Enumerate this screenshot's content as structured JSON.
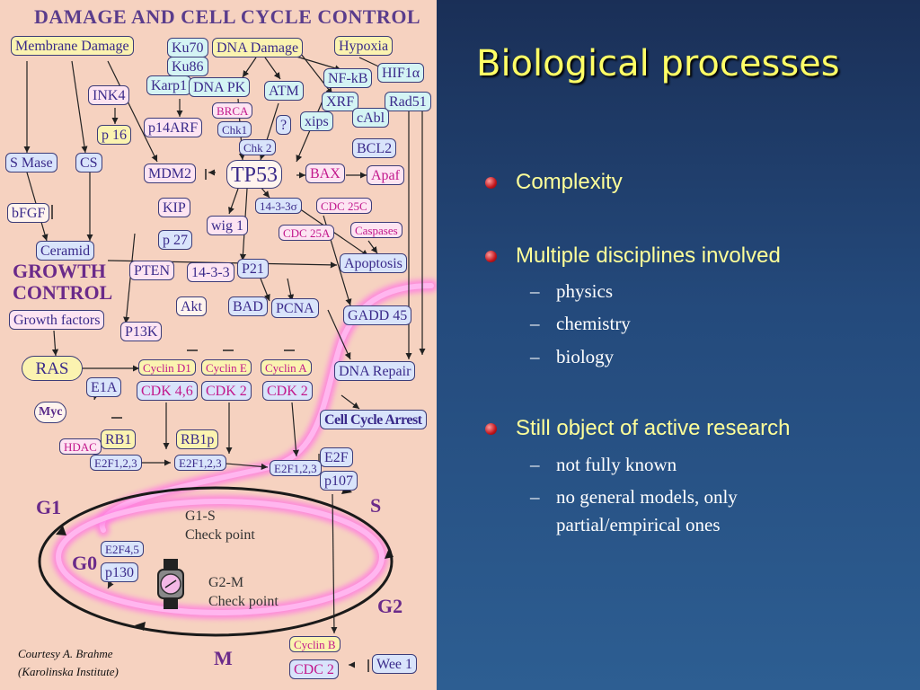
{
  "diagram": {
    "title": "DAMAGE AND CELL CYCLE CONTROL",
    "growth_control": [
      "GROWTH",
      "CONTROL"
    ],
    "nodes": {
      "membrane_damage": "Membrane Damage",
      "ku70": "Ku70",
      "ku86": "Ku86",
      "dna_damage": "DNA Damage",
      "hypoxia": "Hypoxia",
      "karp1": "Karp1",
      "dna_pk": "DNA PK",
      "atm": "ATM",
      "nfkb": "NF-kB",
      "hif1a": "HIF1α",
      "xrf": "XRF",
      "rad51": "Rad51",
      "ink4": "INK4",
      "brca": "BRCA",
      "question": "?",
      "xips": "xips",
      "cabl": "cAbl",
      "p16": "p 16",
      "p14arf": "p14ARF",
      "chk1": "Chk1",
      "chk2": "Chk 2",
      "bcl2": "BCL2",
      "smase": "S Mase",
      "cs": "CS",
      "mdm2": "MDM2",
      "tp53": "TP53",
      "bax": "BAX",
      "apaf": "Apaf",
      "bfgf": "bFGF",
      "kip": "KIP",
      "p14_3_3s": "14-3-3σ",
      "cdc25c": "CDC 25C",
      "wig1": "wig 1",
      "cdc25a": "CDC 25A",
      "caspases": "Caspases",
      "p27": "p 27",
      "ceramid": "Ceramid",
      "apoptosis": "Apoptosis",
      "pten": "PTEN",
      "p14_3_3": "14-3-3",
      "p21": "P21",
      "growth_factors": "Growth factors",
      "akt": "Akt",
      "bad": "BAD",
      "pcna": "PCNA",
      "gadd45": "GADD 45",
      "p13k": "P13K",
      "ras": "RAS",
      "cyclin_d1": "Cyclin D1",
      "cyclin_e": "Cyclin E",
      "cyclin_a": "Cyclin A",
      "dna_repair": "DNA Repair",
      "e1a": "E1A",
      "cdk46": "CDK 4,6",
      "cdk2_e": "CDK 2",
      "cdk2_a": "CDK 2",
      "myc": "Myc",
      "cell_cycle_arrest": "Cell Cycle Arrest",
      "rb1": "RB1",
      "rb1p": "RB1p",
      "hdac": "HDAC",
      "e2f": "E2F",
      "e2f123_a": "E2F1,2,3",
      "e2f123_b": "E2F1,2,3",
      "e2f123_c": "E2F1,2,3",
      "p107": "p107",
      "e2f45": "E2F4,5",
      "p130": "p130",
      "cyclin_b": "Cyclin B",
      "cdc2": "CDC 2",
      "wee1": "Wee 1"
    },
    "phases": {
      "g1": "G1",
      "s": "S",
      "g0": "G0",
      "g2": "G2",
      "m": "M"
    },
    "checkpoints": {
      "g1s": [
        "G1-S",
        "Check point"
      ],
      "g2m": [
        "G2-M",
        "Check point"
      ]
    },
    "courtesy": [
      "Courtesy A. Brahme",
      "(Karolinska Institute)"
    ]
  },
  "slide": {
    "title": "Biological processes",
    "bullets": [
      {
        "text": "Complexity",
        "subs": []
      },
      {
        "text": "Multiple disciplines involved",
        "subs": [
          "physics",
          "chemistry",
          "biology"
        ]
      },
      {
        "text": "Still object of active research",
        "subs": [
          "not fully known",
          "no general models, only",
          "partial/empirical ones"
        ]
      }
    ],
    "colors": {
      "background": "#244a7c",
      "title": "#ffff66",
      "bullet_text": "#ffff99",
      "sub_text": "#ffffff",
      "bullet_dot": "#c0141b"
    }
  }
}
